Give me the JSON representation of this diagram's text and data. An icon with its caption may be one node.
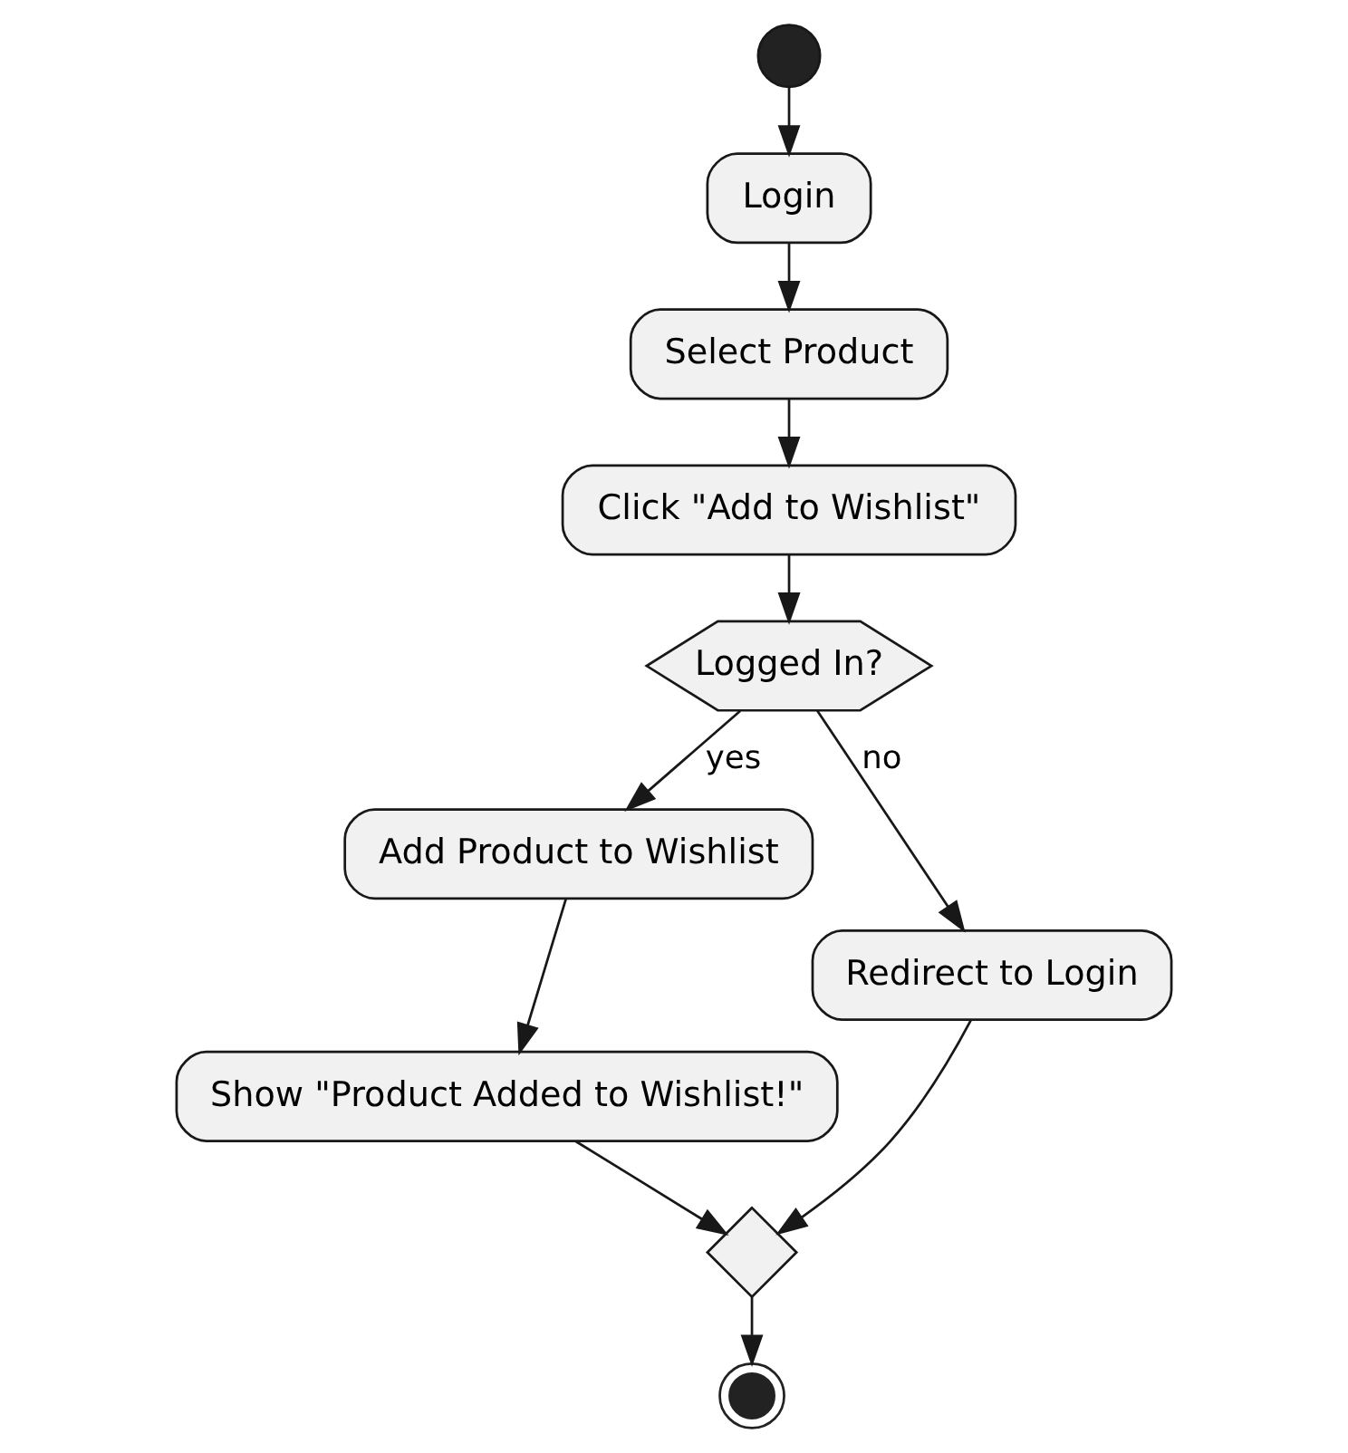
{
  "diagram": {
    "nodes": [
      {
        "text": [],
        "shape": "circle"
      },
      {
        "text": [
          "Login"
        ]
      },
      {
        "text": [
          "Select Product"
        ]
      },
      {
        "text": [
          "Click \"Add to Wishlist\""
        ]
      },
      {
        "text": [
          "Logged In?"
        ]
      },
      {
        "text": [
          "Add Product to Wishlist"
        ]
      },
      {
        "text": [
          "Redirect to Login"
        ]
      },
      {
        "text": [
          "Show \"Product Added to Wishlist!\""
        ]
      },
      {
        "text": [],
        "shape": "diamond"
      },
      {
        "text": [],
        "shape": "bullseye"
      }
    ],
    "edges": [
      {
        "from": 0,
        "to": 1,
        "arrow": "to"
      },
      {
        "from": 1,
        "to": 2,
        "arrow": "to"
      },
      {
        "from": 2,
        "to": 3,
        "arrow": "to"
      },
      {
        "from": 3,
        "to": 4,
        "arrow": "to"
      },
      {
        "from": 4,
        "to": 5,
        "arrow": "to",
        "label": "yes"
      },
      {
        "from": 4,
        "to": 6,
        "arrow": "to",
        "label": "no"
      },
      {
        "from": 5,
        "to": 7,
        "arrow": "to"
      },
      {
        "from": 7,
        "to": 8,
        "arrow": "to"
      },
      {
        "from": 6,
        "to": 8,
        "arrow": "to"
      },
      {
        "from": 8,
        "to": 9,
        "arrow": "to"
      }
    ]
  }
}
